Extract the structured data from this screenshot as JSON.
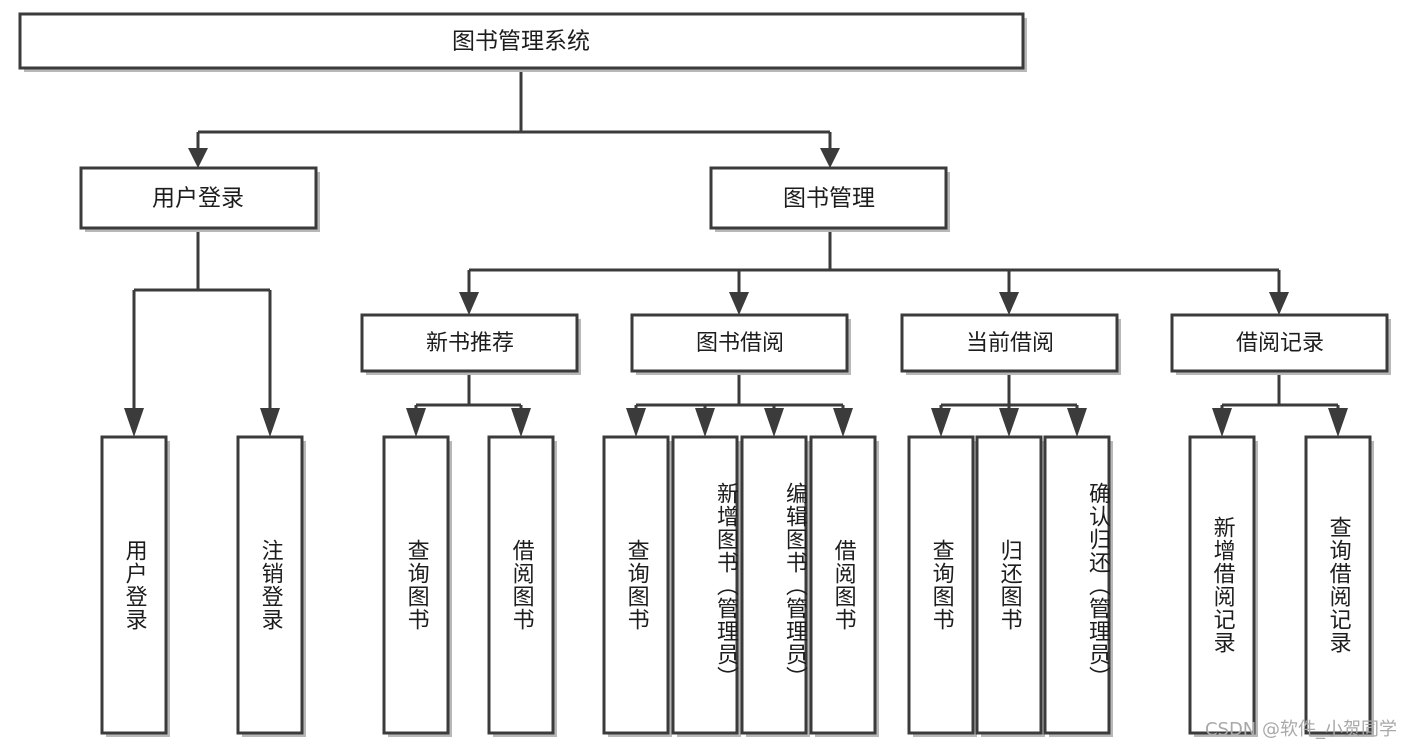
{
  "diagram": {
    "type": "tree-hierarchy",
    "title": "图书管理系统",
    "root": {
      "id": "root",
      "label": "图书管理系统"
    },
    "level2": [
      {
        "id": "user-login",
        "label": "用户登录"
      },
      {
        "id": "book-manage",
        "label": "图书管理"
      }
    ],
    "level3": [
      {
        "id": "new-book-recommend",
        "label": "新书推荐",
        "parent": "book-manage"
      },
      {
        "id": "book-borrow",
        "label": "图书借阅",
        "parent": "book-manage"
      },
      {
        "id": "current-borrow",
        "label": "当前借阅",
        "parent": "book-manage"
      },
      {
        "id": "borrow-record",
        "label": "借阅记录",
        "parent": "book-manage"
      }
    ],
    "leaves": [
      {
        "id": "leaf-user-login",
        "label": "用户登录",
        "parent": "user-login"
      },
      {
        "id": "leaf-user-logout",
        "label": "注销登录",
        "parent": "user-login"
      },
      {
        "id": "leaf-query-book-1",
        "label": "查询图书",
        "parent": "new-book-recommend"
      },
      {
        "id": "leaf-borrow-book-1",
        "label": "借阅图书",
        "parent": "new-book-recommend"
      },
      {
        "id": "leaf-query-book-2",
        "label": "查询图书",
        "parent": "book-borrow"
      },
      {
        "id": "leaf-add-book",
        "label": "新增图书（管理员）",
        "parent": "book-borrow"
      },
      {
        "id": "leaf-edit-book",
        "label": "编辑图书（管理员）",
        "parent": "book-borrow"
      },
      {
        "id": "leaf-borrow-book-2",
        "label": "借阅图书",
        "parent": "book-borrow"
      },
      {
        "id": "leaf-query-book-3",
        "label": "查询图书",
        "parent": "current-borrow"
      },
      {
        "id": "leaf-return-book",
        "label": "归还图书",
        "parent": "current-borrow"
      },
      {
        "id": "leaf-confirm-return",
        "label": "确认归还（管理员）",
        "parent": "current-borrow"
      },
      {
        "id": "leaf-add-record",
        "label": "新增借阅记录",
        "parent": "borrow-record"
      },
      {
        "id": "leaf-query-record",
        "label": "查询借阅记录",
        "parent": "borrow-record"
      }
    ]
  },
  "watermark": {
    "text": "CSDN @软件_小贺同学"
  },
  "colors": {
    "box_stroke": "#3b3b3b",
    "box_fill": "#ffffff",
    "text": "#1d1d1d",
    "background": "#ffffff",
    "watermark": "#a9a9a9"
  }
}
